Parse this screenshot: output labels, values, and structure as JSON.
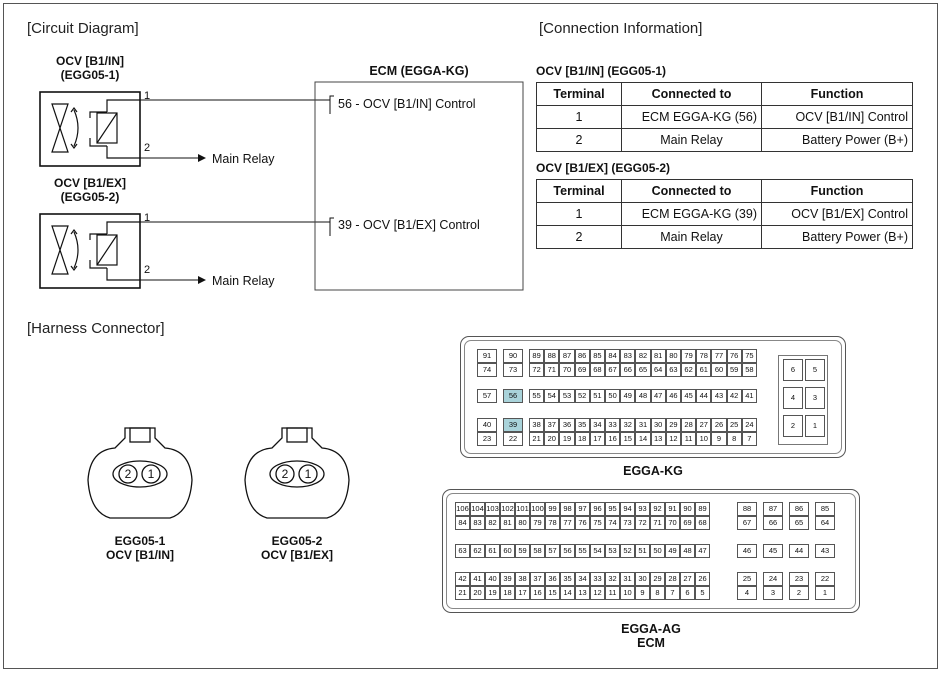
{
  "sections": {
    "circuit": "[Circuit Diagram]",
    "connection": "[Connection Information]",
    "harness": "[Harness Connector]"
  },
  "circuit": {
    "ocv1": {
      "name": "OCV [B1/IN]",
      "code": "(EGG05-1)",
      "pin1": "1",
      "pin2": "2",
      "to_relay": "Main Relay"
    },
    "ocv2": {
      "name": "OCV [B1/EX]",
      "code": "(EGG05-2)",
      "pin1": "1",
      "pin2": "2",
      "to_relay": "Main Relay"
    },
    "ecm": {
      "title": "ECM (EGGA-KG)",
      "pin_a": "56 - OCV [B1/IN] Control",
      "pin_b": "39 - OCV [B1/EX] Control"
    }
  },
  "connection_tables": [
    {
      "title": "OCV [B1/IN] (EGG05-1)",
      "headers": [
        "Terminal",
        "Connected to",
        "Function"
      ],
      "rows": [
        [
          "1",
          "ECM EGGA-KG (56)",
          "OCV [B1/IN] Control"
        ],
        [
          "2",
          "Main Relay",
          "Battery Power (B+)"
        ]
      ]
    },
    {
      "title": "OCV [B1/EX] (EGG05-2)",
      "headers": [
        "Terminal",
        "Connected to",
        "Function"
      ],
      "rows": [
        [
          "1",
          "ECM EGGA-KG (39)",
          "OCV [B1/EX] Control"
        ],
        [
          "2",
          "Main Relay",
          "Battery Power (B+)"
        ]
      ]
    }
  ],
  "harness": {
    "conn1": {
      "pin_left": "2",
      "pin_right": "1",
      "code": "EGG05-1",
      "name": "OCV [B1/IN]"
    },
    "conn2": {
      "pin_left": "2",
      "pin_right": "1",
      "code": "EGG05-2",
      "name": "OCV [B1/EX]"
    },
    "kg": {
      "label": "EGGA-KG",
      "highlighted_pins": [
        "56",
        "39"
      ],
      "highlight_color": "#a9d3da",
      "small_block": {
        "row1": [
          "91",
          "90"
        ],
        "row2": [
          "74",
          "73"
        ],
        "row3": [
          "57",
          "56"
        ],
        "row4": [
          "40",
          "39"
        ],
        "row5": [
          "23",
          "22"
        ]
      },
      "main_rows": [
        [
          "89",
          "88",
          "87",
          "86",
          "85",
          "84",
          "83",
          "82",
          "81",
          "80",
          "79",
          "78",
          "77",
          "76",
          "75"
        ],
        [
          "72",
          "71",
          "70",
          "69",
          "68",
          "67",
          "66",
          "65",
          "64",
          "63",
          "62",
          "61",
          "60",
          "59",
          "58"
        ],
        [
          "55",
          "54",
          "53",
          "52",
          "51",
          "50",
          "49",
          "48",
          "47",
          "46",
          "45",
          "44",
          "43",
          "42",
          "41"
        ],
        [
          "38",
          "37",
          "36",
          "35",
          "34",
          "33",
          "32",
          "31",
          "30",
          "29",
          "28",
          "27",
          "26",
          "25",
          "24"
        ],
        [
          "21",
          "20",
          "19",
          "18",
          "17",
          "16",
          "15",
          "14",
          "13",
          "12",
          "11",
          "10",
          "9",
          "8",
          "7"
        ]
      ],
      "right_pairs": [
        [
          "6",
          "5"
        ],
        [
          "4",
          "3"
        ],
        [
          "2",
          "1"
        ]
      ]
    },
    "ag": {
      "label": "EGGA-AG",
      "sublabel": "ECM",
      "main_rows": [
        [
          "106",
          "104",
          "103",
          "102",
          "101",
          "100",
          "99",
          "98",
          "97",
          "96",
          "95",
          "94",
          "93",
          "92",
          "91",
          "90",
          "89"
        ],
        [
          "84",
          "83",
          "82",
          "81",
          "80",
          "79",
          "78",
          "77",
          "76",
          "75",
          "74",
          "73",
          "72",
          "71",
          "70",
          "69",
          "68"
        ],
        [
          "63",
          "62",
          "61",
          "60",
          "59",
          "58",
          "57",
          "56",
          "55",
          "54",
          "53",
          "52",
          "51",
          "50",
          "49",
          "48",
          "47"
        ],
        [
          "42",
          "41",
          "40",
          "39",
          "38",
          "37",
          "36",
          "35",
          "34",
          "33",
          "32",
          "31",
          "30",
          "29",
          "28",
          "27",
          "26"
        ],
        [
          "21",
          "20",
          "19",
          "18",
          "17",
          "16",
          "15",
          "14",
          "13",
          "12",
          "11",
          "10",
          "9",
          "8",
          "7",
          "6",
          "5"
        ]
      ],
      "right_cols": [
        [
          "88",
          "67",
          "46",
          "25",
          "4"
        ],
        [
          "87",
          "66",
          "45",
          "24",
          "3"
        ],
        [
          "86",
          "65",
          "44",
          "23",
          "2"
        ],
        [
          "85",
          "64",
          "43",
          "22",
          "1"
        ]
      ]
    }
  }
}
